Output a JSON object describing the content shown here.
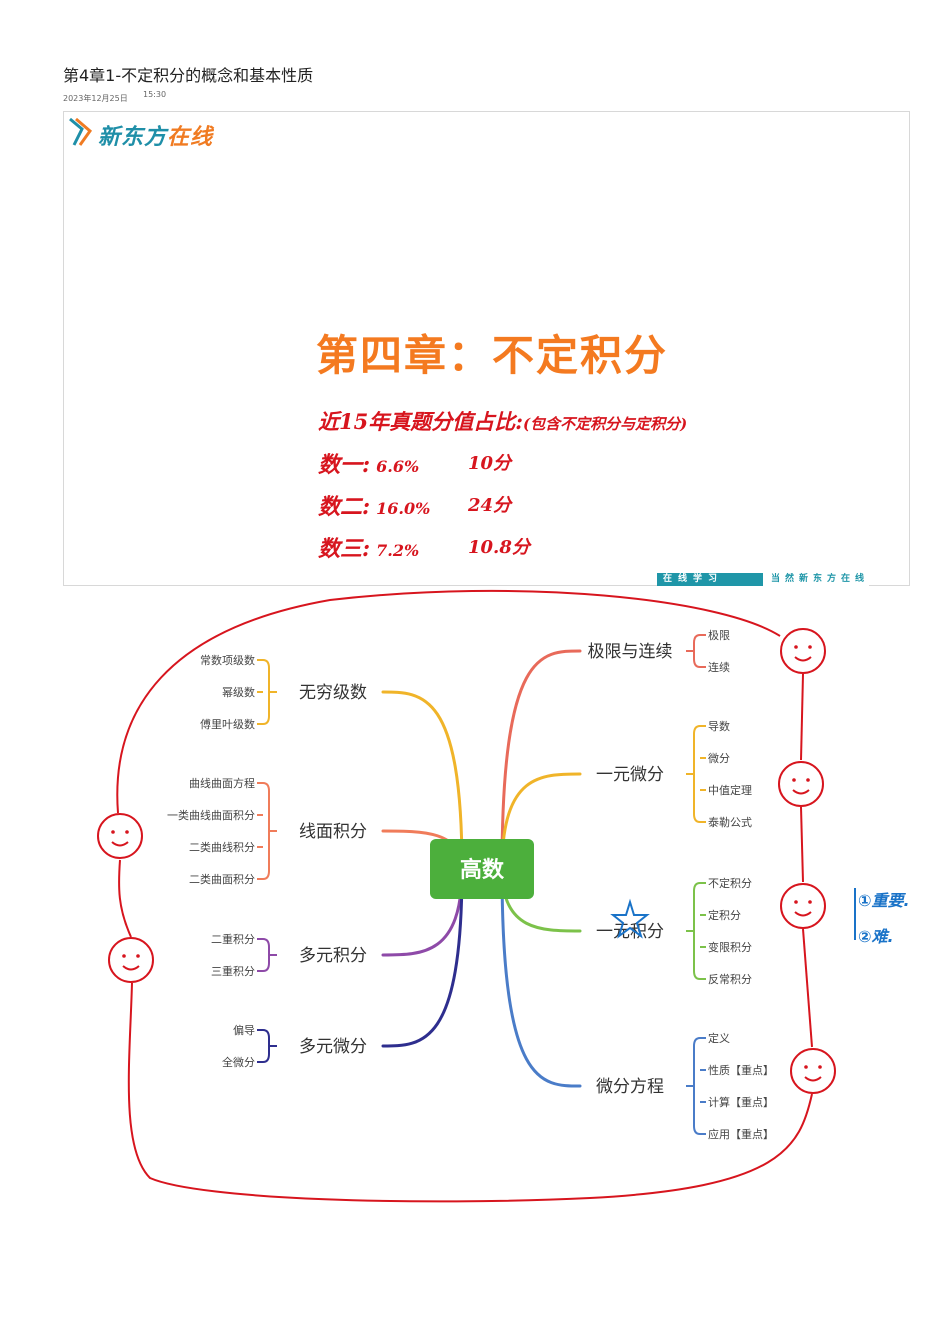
{
  "header": {
    "title": "第4章1-不定积分的概念和基本性质",
    "date": "2023年12月25日",
    "time": "15:30"
  },
  "slide": {
    "logo_part1": "新东方",
    "logo_part2": "在线",
    "title": "第四章：不定积分",
    "note_main": "近15年真题分值占比:",
    "note_paren": "(包含不定积分与定积分)",
    "rows": [
      {
        "label": "数一:",
        "percent": "6.6%",
        "points": "10分"
      },
      {
        "label": "数二:",
        "percent": "16.0%",
        "points": "24分"
      },
      {
        "label": "数三:",
        "percent": "7.2%",
        "points": "10.8分"
      }
    ],
    "footer_left": "在线学习",
    "footer_right": "当然新东方在线"
  },
  "mindmap": {
    "center": "高数",
    "left_branches": [
      {
        "label": "无穷级数",
        "color": "#f0b429",
        "children": [
          "常数项级数",
          "幂级数",
          "傅里叶级数"
        ]
      },
      {
        "label": "线面积分",
        "color": "#f07c5a",
        "children": [
          "曲线曲面方程",
          "一类曲线曲面积分",
          "二类曲线积分",
          "二类曲面积分"
        ]
      },
      {
        "label": "多元积分",
        "color": "#8e4aa8",
        "children": [
          "二重积分",
          "三重积分"
        ]
      },
      {
        "label": "多元微分",
        "color": "#2e2e8e",
        "children": [
          "偏导",
          "全微分"
        ]
      }
    ],
    "right_branches": [
      {
        "label": "极限与连续",
        "color": "#e86a5a",
        "children": [
          "极限",
          "连续"
        ]
      },
      {
        "label": "一元微分",
        "color": "#f0b429",
        "children": [
          "导数",
          "微分",
          "中值定理",
          "泰勒公式"
        ]
      },
      {
        "label": "一元积分",
        "color": "#7cc24a",
        "children": [
          "不定积分",
          "定积分",
          "变限积分",
          "反常积分"
        ]
      },
      {
        "label": "微分方程",
        "color": "#4a7cc8",
        "children": [
          "定义",
          "性质【重点】",
          "计算【重点】",
          "应用【重点】"
        ]
      }
    ],
    "annotation": [
      "①重要.",
      "②难."
    ]
  },
  "colors": {
    "handwriting": "#d7151e",
    "blue_ink": "#1a73c8",
    "center_box": "#4caf3c",
    "accent_orange": "#f47a20"
  }
}
